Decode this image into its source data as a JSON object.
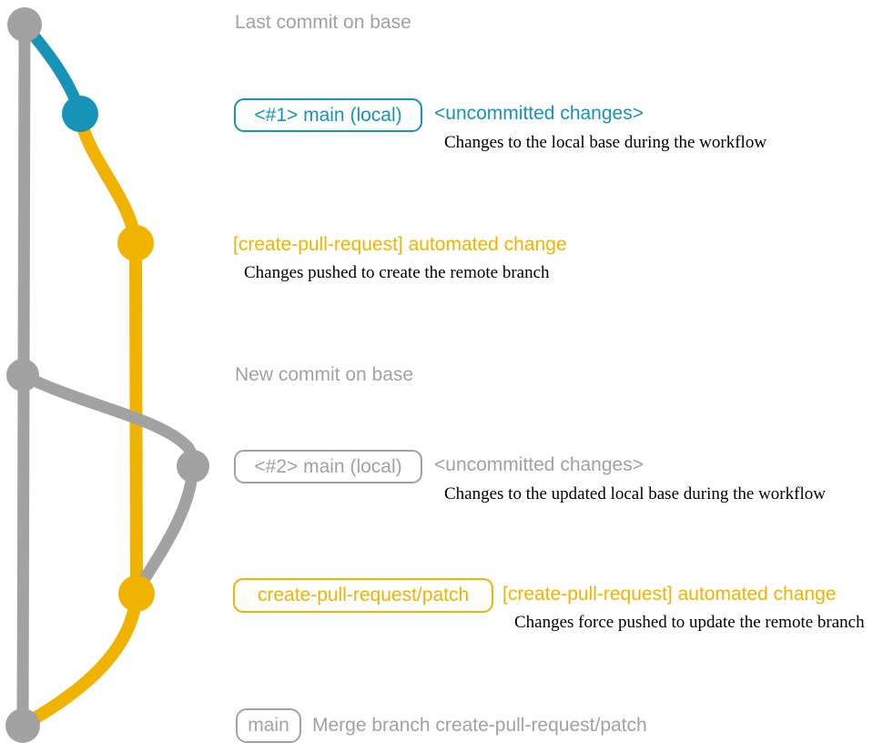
{
  "colors": {
    "gray": "#a2a2a2",
    "teal": "#1793b8",
    "yellow": "#f0b400",
    "description_text": "#000000",
    "background": "#ffffff"
  },
  "graph": {
    "description": "git branch graph for create-pull-request workflow",
    "commits": [
      {
        "name": "last-commit-on-base",
        "color": "gray"
      },
      {
        "name": "local-main-1",
        "color": "teal"
      },
      {
        "name": "automated-change-1",
        "color": "yellow"
      },
      {
        "name": "new-commit-on-base",
        "color": "gray"
      },
      {
        "name": "local-main-2",
        "color": "gray"
      },
      {
        "name": "automated-change-2",
        "color": "yellow"
      },
      {
        "name": "merge-commit",
        "color": "gray"
      }
    ]
  },
  "annotations": {
    "last_commit_label": "Last commit on base",
    "row1_badge": "<#1> main (local)",
    "row1_title": "<uncommitted changes>",
    "row1_desc": "Changes to the local base during the workflow",
    "row2_title": "[create-pull-request] automated change",
    "row2_desc": "Changes pushed to create the remote branch",
    "new_commit_label": "New commit on base",
    "row3_badge": "<#2> main (local)",
    "row3_title": "<uncommitted changes>",
    "row3_desc": "Changes to the updated local base during the workflow",
    "row4_badge": "create-pull-request/patch",
    "row4_title": "[create-pull-request] automated change",
    "row4_desc": "Changes force pushed to update the remote branch",
    "row5_badge": "main",
    "row5_title": "Merge branch create-pull-request/patch"
  }
}
